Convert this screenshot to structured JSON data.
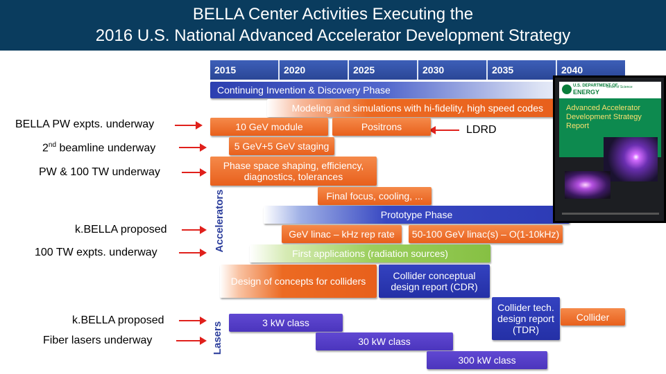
{
  "title": {
    "line1": "BELLA Center Activities Executing the",
    "line2": "2016 U.S. National Advanced Accelerator Development Strategy"
  },
  "left_labels": {
    "pw_expts": "BELLA PW expts. underway",
    "second_pre": "2",
    "second_sup": "nd",
    "second_post": " beamline underway",
    "pw_100tw": "PW & 100 TW underway",
    "kbella1": "k.BELLA proposed",
    "tw100": "100 TW expts. underway",
    "kbella2": "k.BELLA proposed",
    "fiber": "Fiber lasers underway"
  },
  "ldrd": "LDRD",
  "timeline": {
    "years": [
      "2015",
      "2020",
      "2025",
      "2030",
      "2035",
      "2040"
    ]
  },
  "side_labels": {
    "accelerators": "Accelerators",
    "lasers": "Lasers"
  },
  "bars": {
    "continuing": "Continuing Invention & Discovery Phase",
    "modeling": "Modeling and simulations with hi-fidelity, high speed codes",
    "gev10": "10 GeV module",
    "positrons": "Positrons",
    "staging": "5 GeV+5 GeV staging",
    "phase_space": "Phase space shaping, efficiency, diagnostics, tolerances",
    "final_focus": "Final focus, cooling, ...",
    "prototype": "Prototype Phase",
    "gev_linac": "GeV linac – kHz rep rate",
    "gev_50_100": "50-100 GeV linac(s) – O(1-10kHz)",
    "first_apps": "First applications (radiation sources)",
    "design_concepts": "Design of concepts for colliders",
    "cdr": "Collider conceptual design report (CDR)",
    "tdr": "Collider tech. design report (TDR)",
    "collider": "Collider",
    "kw3": "3 kW class",
    "kw30": "30 kW class",
    "kw300": "300 kW class"
  },
  "report_cover": {
    "agency_small": "U.S. DEPARTMENT OF",
    "agency": "ENERGY",
    "office": "Office of Science",
    "title": "Advanced Accelerator Development Strategy Report"
  },
  "colors": {
    "title_bg": "#0a3c5e",
    "orange": "#e8601c",
    "phase_blue": "#2c3fb0",
    "green": "#86c043",
    "arrow_red": "#e0201b"
  }
}
